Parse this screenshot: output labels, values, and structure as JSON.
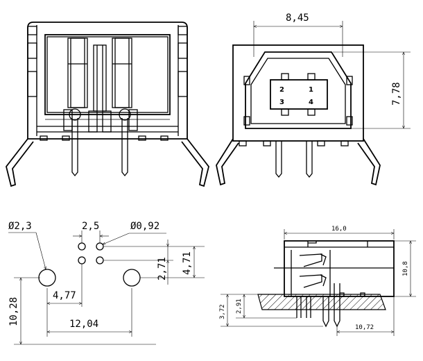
{
  "front_view": {},
  "port_view": {
    "pin_labels": [
      "2",
      "1",
      "3",
      "4"
    ],
    "dim_width": "8,45",
    "dim_height": "7,78"
  },
  "footprint_view": {
    "dim_large_hole_diameter": "Ø2,3",
    "dim_pin_pitch_x": "2,5",
    "dim_small_hole_diameter": "Ø0,92",
    "dim_signal_to_mount_x": "4,77",
    "dim_mount_spacing": "12,04",
    "dim_mount_to_pins_y": "10,28",
    "dim_pin_pitch_y": "2,71",
    "dim_mount_to_top_pin_y": "4,71"
  },
  "side_view": {
    "dim_length": "16,0",
    "dim_height": "10,8",
    "dim_leg_length": "3,72",
    "dim_pin_length": "2,91",
    "dim_body_from_edge": "10,72"
  }
}
